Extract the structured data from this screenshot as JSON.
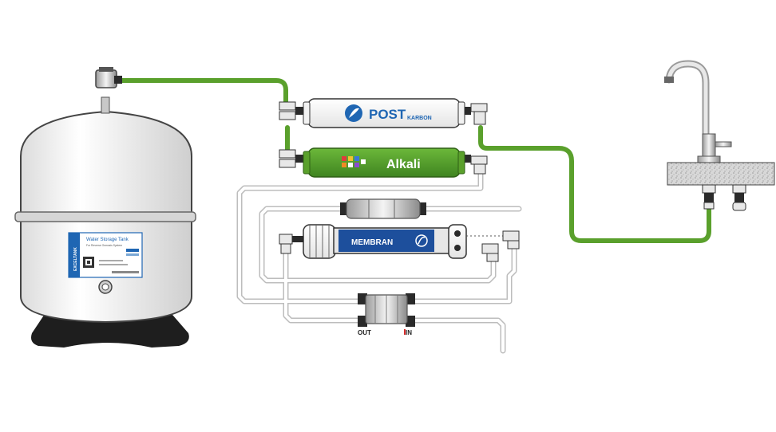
{
  "labels": {
    "post_filter_main": "POST",
    "post_filter_sub": "KARBON",
    "alkali_filter": "Alkali",
    "membrane": "MEMBRAN",
    "out_port": "OUT",
    "in_port": "IN"
  },
  "tank_label": {
    "title": "Water Storage Tank",
    "subtitle": "For Reverse Osmosis System",
    "vertical_brand": "EXCELTANK"
  },
  "colors": {
    "pipe_green": "#5aa02c",
    "pipe_gray": "#cfcfcf",
    "post_blue": "#1f66b3",
    "alkali_green": "#4e9a28",
    "membrane_blue": "#1d4f9c",
    "in_red": "#d62c2c"
  }
}
